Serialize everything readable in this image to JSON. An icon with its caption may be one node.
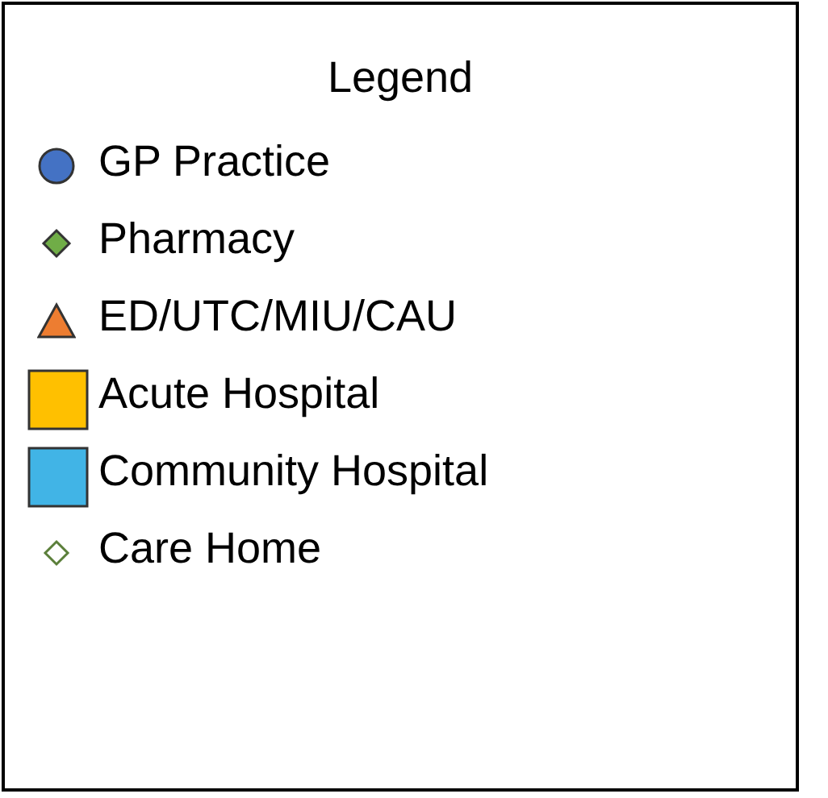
{
  "diagram": {
    "title": "Legend",
    "legend": [
      {
        "text": "GP Practice",
        "color": "#4472c4"
      },
      {
        "text": "Pharmacy",
        "color": "#70ad47"
      },
      {
        "text": "ED/UTC/MIU/CAU",
        "color": "#ed7d31"
      },
      {
        "text": "Acute Hospital",
        "color": "#ffc000"
      },
      {
        "text": "Community Hospital",
        "color": "#41b4e6"
      },
      {
        "text": "Care Home"
      }
    ]
  }
}
